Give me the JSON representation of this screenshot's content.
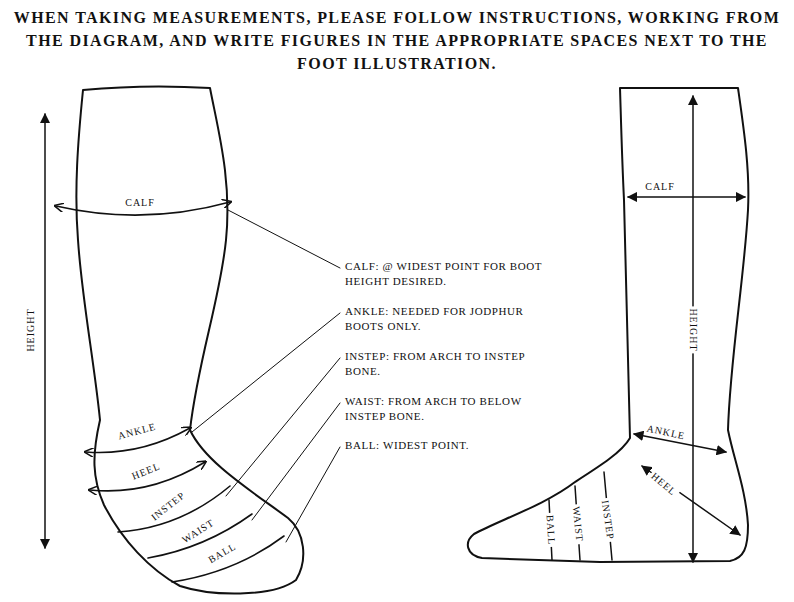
{
  "diagram": {
    "title": "WHEN TAKING MEASUREMENTS, PLEASE FOLLOW INSTRUCTIONS, WORKING FROM THE DIAGRAM, AND WRITE FIGURES IN THE APPROPRIATE SPACES NEXT TO THE FOOT ILLUSTRATION.",
    "labels": [
      "HEIGHT",
      "CALF",
      "ANKLE",
      "HEEL",
      "INSTEP",
      "WAIST",
      "BALL",
      "CALF: @ WIDEST POINT FOR BOOT HEIGHT DESIRED.",
      "ANKLE: NEEDED FOR JODPHUR BOOTS ONLY.",
      "INSTEP: FROM ARCH TO INSTEP BONE.",
      "WAIST: FROM ARCH TO BELOW INSTEP BONE.",
      "BALL: WIDEST POINT.",
      "CALF",
      "HEIGHT",
      "ANKLE",
      "HEEL",
      "INSTEP",
      "WAIST",
      "BALL"
    ]
  }
}
